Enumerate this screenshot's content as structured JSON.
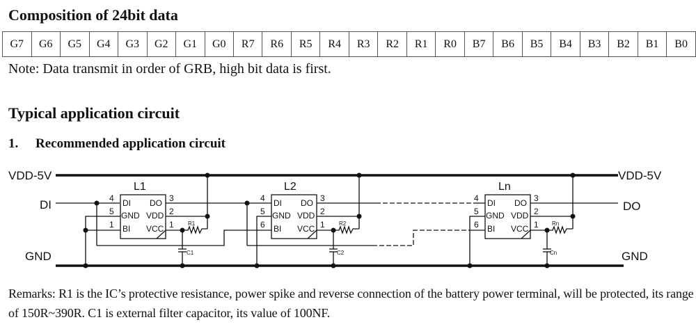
{
  "composition": {
    "title": "Composition of 24bit data",
    "bits": [
      "G7",
      "G6",
      "G5",
      "G4",
      "G3",
      "G2",
      "G1",
      "G0",
      "R7",
      "R6",
      "R5",
      "R4",
      "R3",
      "R2",
      "R1",
      "R0",
      "B7",
      "B6",
      "B5",
      "B4",
      "B3",
      "B2",
      "B1",
      "B0"
    ],
    "note": "Note: Data transmit in order of GRB, high bit data is first."
  },
  "application": {
    "title": "Typical application circuit",
    "subsection_number": "1.",
    "subsection_title": "Recommended application circuit"
  },
  "circuit": {
    "rail_labels": {
      "vdd_left": "VDD-5V",
      "vdd_right": "VDD-5V",
      "di": "DI",
      "do": "DO",
      "gnd_left": "GND",
      "gnd_right": "GND"
    },
    "chips": [
      {
        "name": "L1",
        "resistor": "R1",
        "capacitor": "C1"
      },
      {
        "name": "L2",
        "resistor": "R2",
        "capacitor": "C2"
      },
      {
        "name": "Ln",
        "resistor": "Rn",
        "capacitor": "Cn"
      }
    ],
    "pins": {
      "left": [
        {
          "num": "4",
          "label": "DI"
        },
        {
          "num": "5",
          "label": "GND"
        },
        {
          "num": "6",
          "label": "BI"
        }
      ],
      "right": [
        {
          "num": "3",
          "label": "DO"
        },
        {
          "num": "2",
          "label": "VDD"
        },
        {
          "num": "1",
          "label": "VCC"
        }
      ]
    }
  },
  "remarks": "Remarks: R1 is the IC’s protective resistance, power spike and reverse connection of the battery power terminal, will be protected, its range of 150R~390R. C1 is external filter capacitor, its value of 100NF."
}
